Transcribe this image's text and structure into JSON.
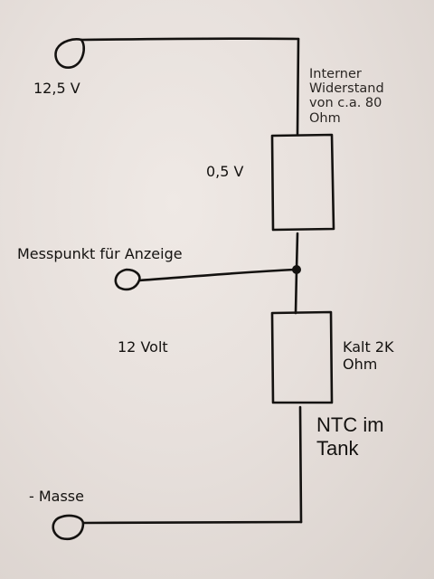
{
  "labels": {
    "supply_voltage": "12,5 V",
    "internal_resistance": [
      "Interner",
      "Widerstand",
      "von c.a. 80",
      "Ohm"
    ],
    "drop_voltage": "0,5 V",
    "measure_point": "Messpunkt für Anzeige",
    "measure_voltage": "12 Volt",
    "ntc_cold": [
      "Kalt 2K",
      "Ohm"
    ],
    "ntc_name": [
      "NTC im",
      "Tank"
    ],
    "ground": "- Masse"
  },
  "colors": {
    "paper": "#e7e0dc",
    "ink": "#141210"
  },
  "components": [
    {
      "name": "internal-resistor",
      "type": "resistor"
    },
    {
      "name": "ntc-thermistor",
      "type": "resistor"
    }
  ],
  "terminals": [
    "supply-terminal",
    "measure-terminal",
    "ground-terminal"
  ]
}
